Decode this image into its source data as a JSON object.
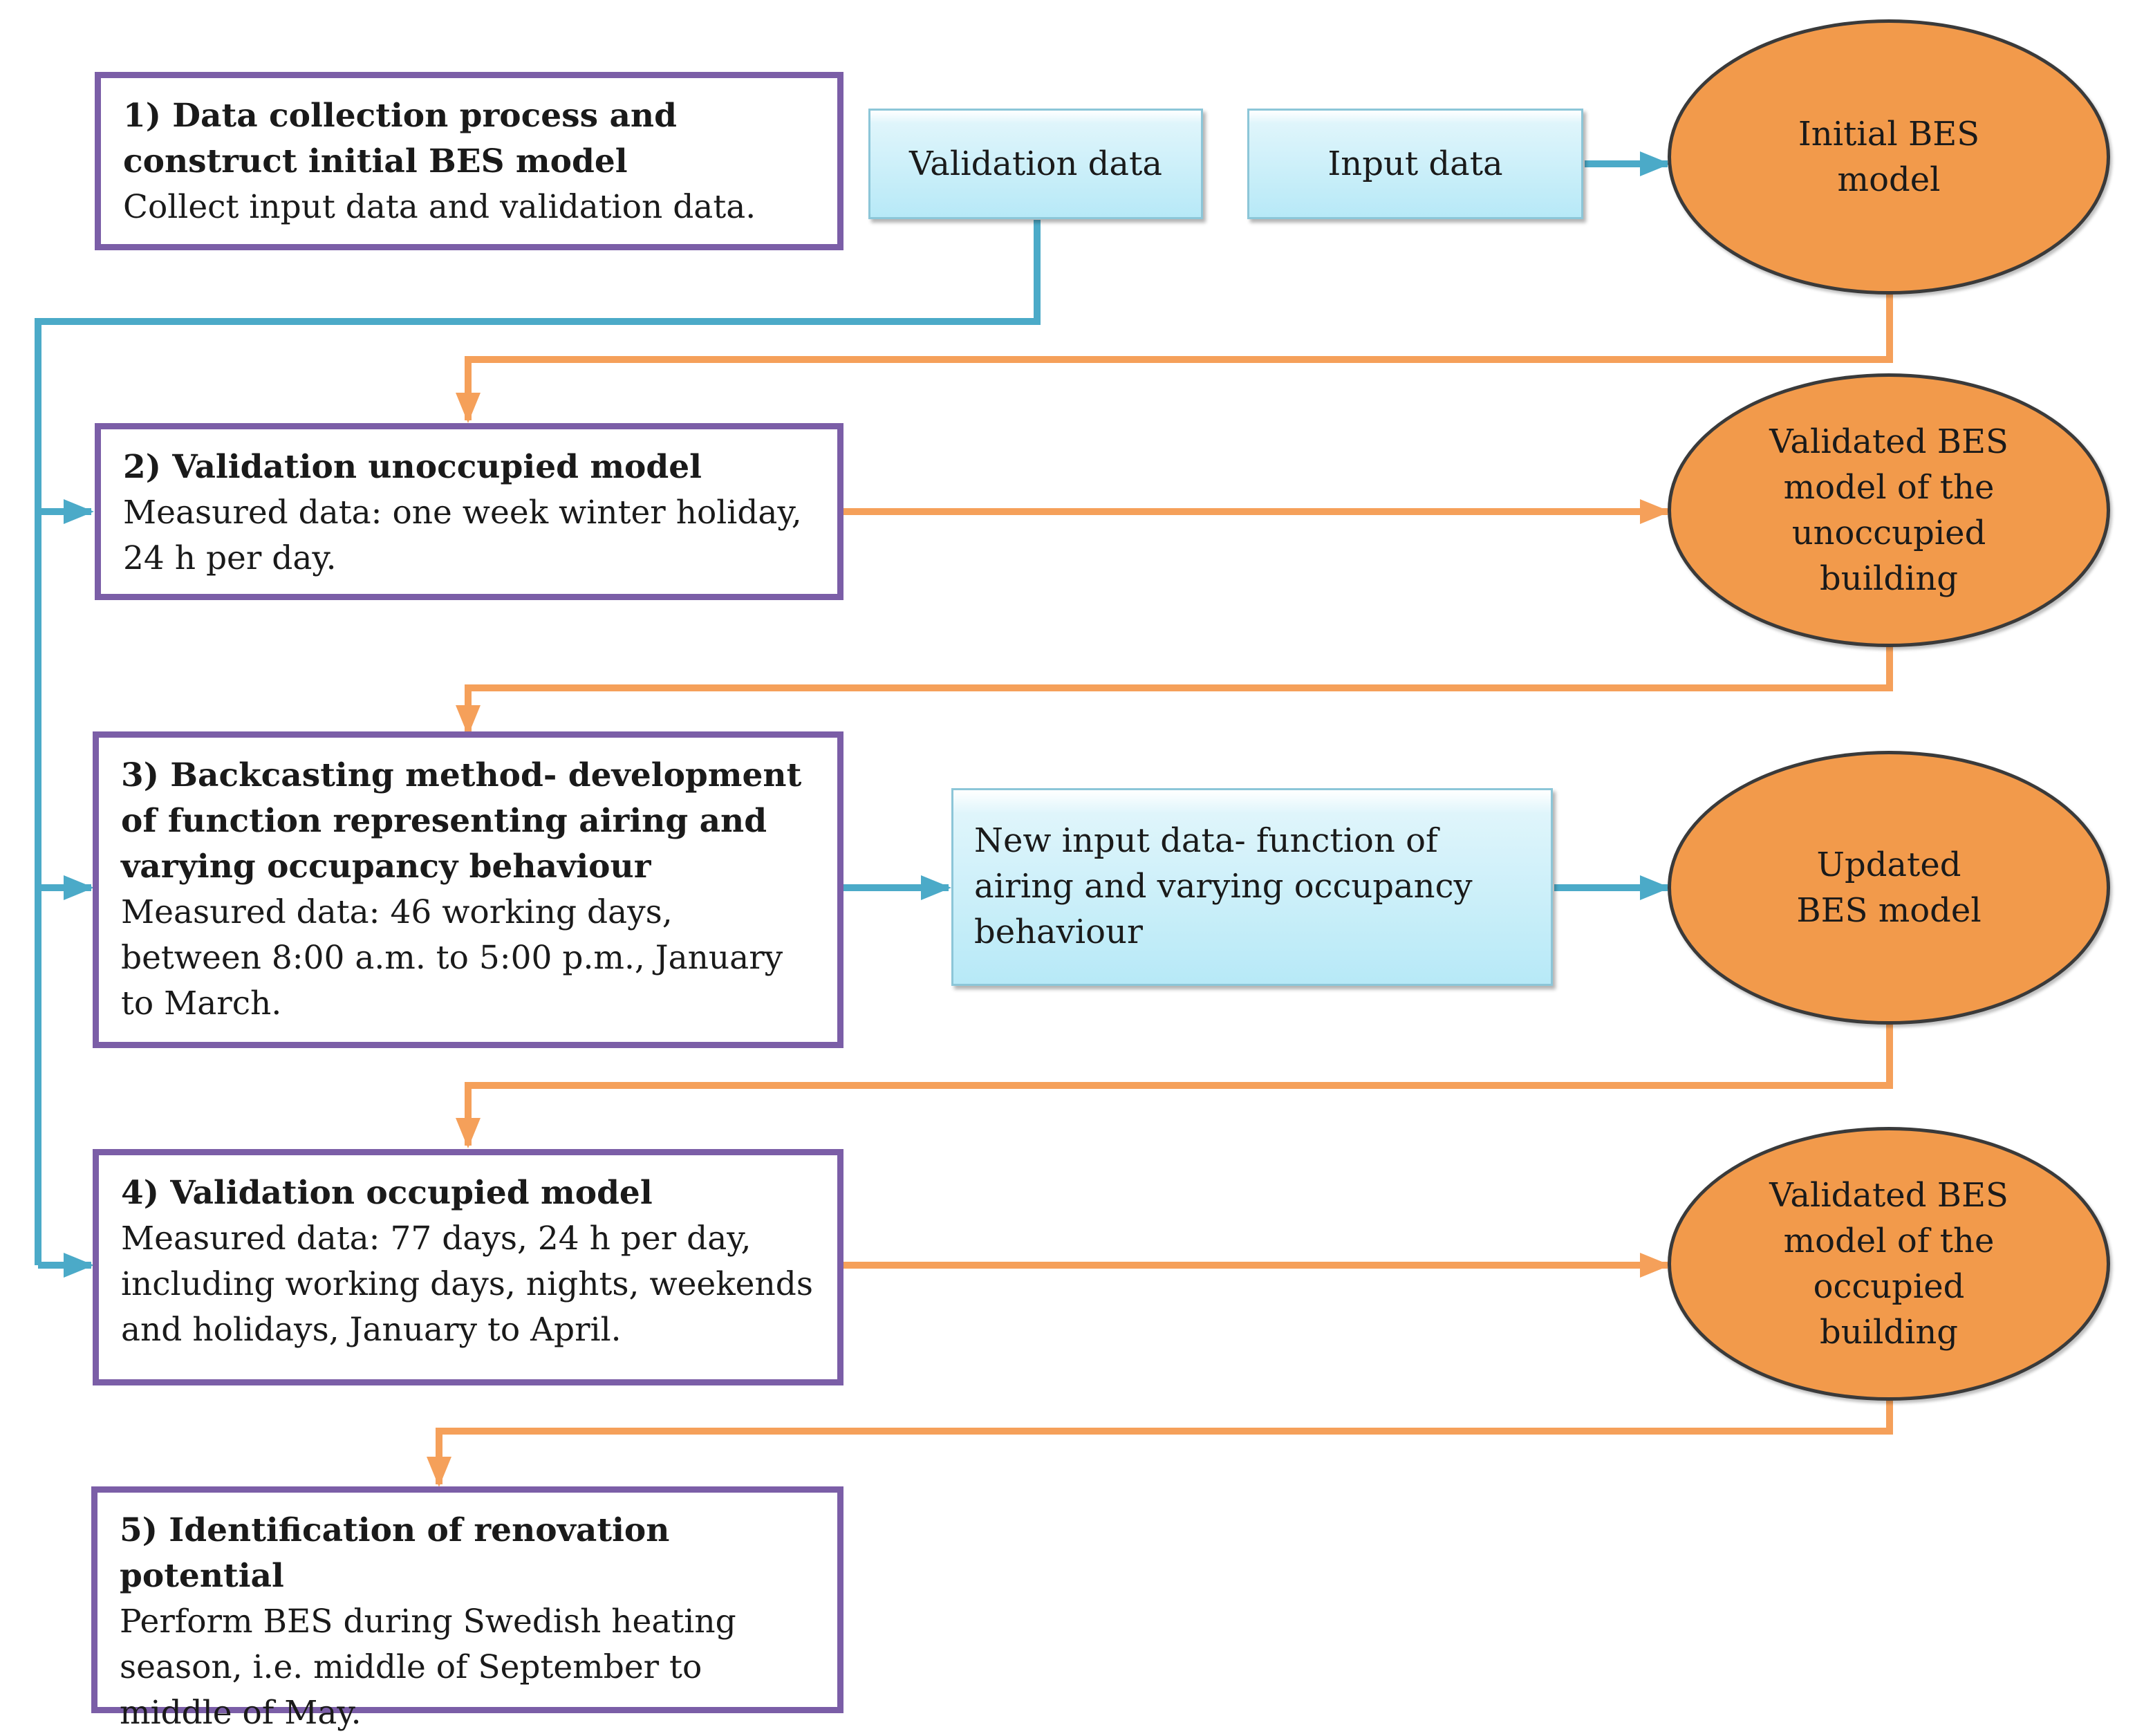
{
  "steps": [
    {
      "title": "1) Data collection process and construct initial BES model",
      "desc": "Collect input data and validation data."
    },
    {
      "title": "2) Validation unoccupied model",
      "desc": "Measured data: one week winter holiday, 24 h per day."
    },
    {
      "title": "3) Backcasting method- development of function representing airing and varying occupancy behaviour",
      "desc": "Measured data: 46 working days, between 8:00 a.m. to 5:00 p.m., January to March."
    },
    {
      "title": "4) Validation occupied model",
      "desc": "Measured data: 77 days, 24 h per day, including working days, nights, weekends and holidays, January to April."
    },
    {
      "title": "5) Identification of renovation potential",
      "desc": "Perform BES during Swedish heating season, i.e. middle of September to middle of May."
    }
  ],
  "data_boxes": {
    "validation": "Validation data",
    "input": "Input data",
    "new_input": "New input data- function of airing and varying occupancy behaviour"
  },
  "models": [
    "Initial BES model",
    "Validated BES model of the unoccupied building",
    "Updated BES model",
    "Validated BES model of the occupied building"
  ],
  "colors": {
    "step_border": "#7b5ea7",
    "data_box_fill": "#b7e9f7",
    "model_fill": "#f29a4b",
    "blue_arrow": "#4baac8",
    "orange_arrow": "#f5a05a"
  }
}
